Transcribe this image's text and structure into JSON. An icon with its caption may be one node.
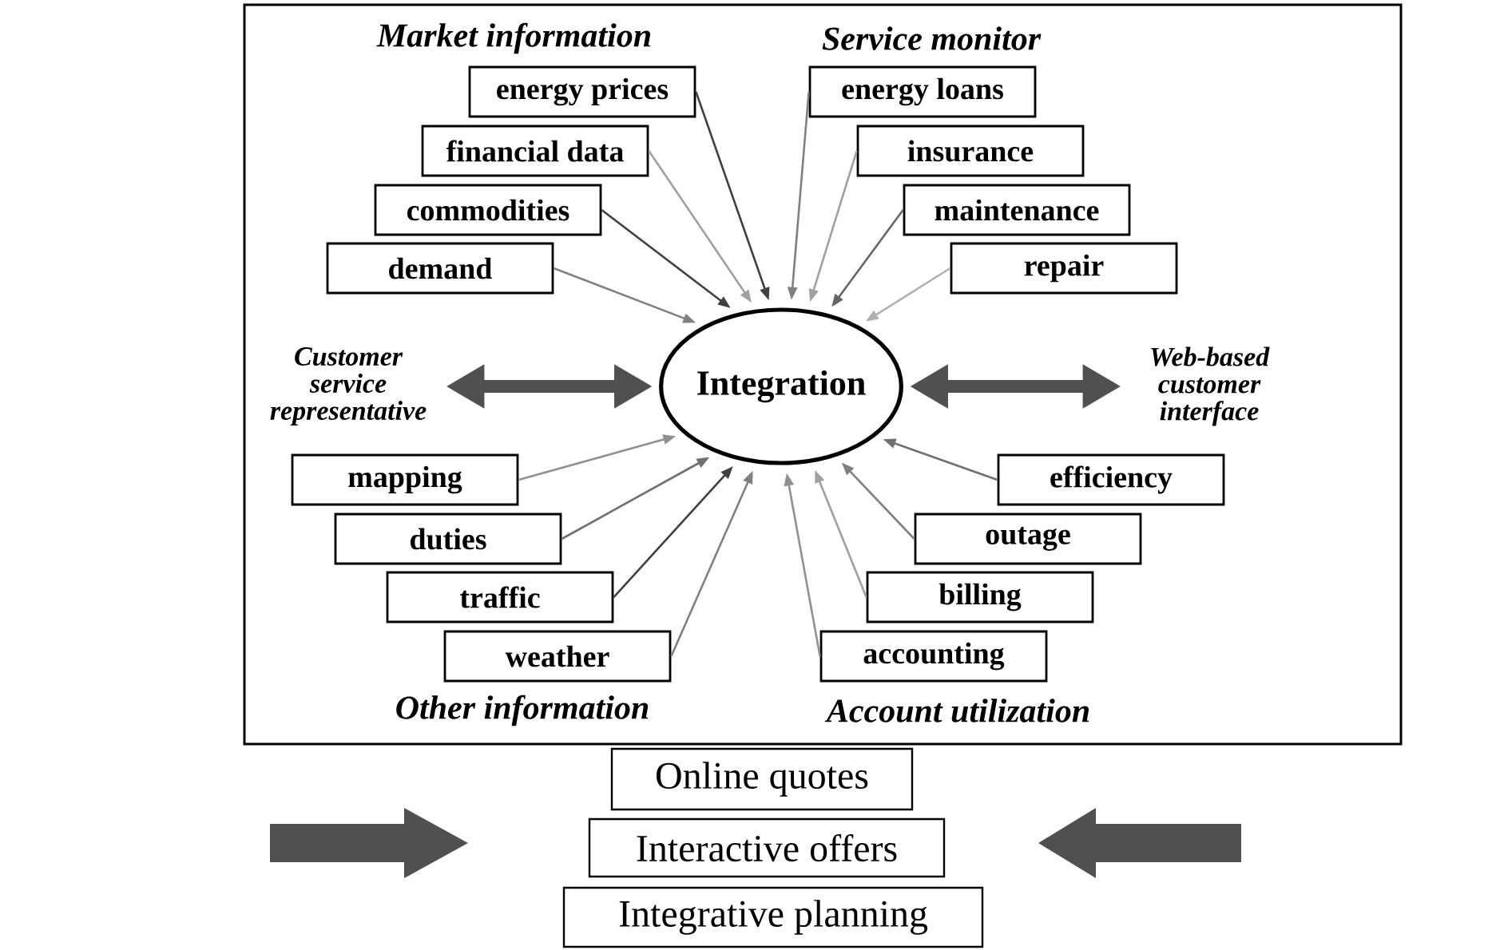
{
  "diagram": {
    "nodes": [
      {
        "text": [
          "Integration"
        ]
      },
      {
        "text": [
          "energy prices"
        ]
      },
      {
        "text": [
          "financial data"
        ]
      },
      {
        "text": [
          "commodities"
        ]
      },
      {
        "text": [
          "demand"
        ]
      },
      {
        "text": [
          "energy loans"
        ]
      },
      {
        "text": [
          "insurance"
        ]
      },
      {
        "text": [
          "maintenance"
        ]
      },
      {
        "text": [
          "repair"
        ]
      },
      {
        "text": [
          "Customer service representative"
        ]
      },
      {
        "text": [
          "Web-based customer interface"
        ]
      },
      {
        "text": [
          "mapping"
        ]
      },
      {
        "text": [
          "duties"
        ]
      },
      {
        "text": [
          "traffic"
        ]
      },
      {
        "text": [
          "weather"
        ]
      },
      {
        "text": [
          "efficiency"
        ]
      },
      {
        "text": [
          "outage"
        ]
      },
      {
        "text": [
          "billing"
        ]
      },
      {
        "text": [
          "accounting"
        ]
      },
      {
        "text": [
          "Online quotes"
        ]
      },
      {
        "text": [
          "Interactive offers"
        ]
      },
      {
        "text": [
          "Integrative planning"
        ]
      }
    ],
    "edges": [
      {
        "from": 1,
        "to": 0,
        "arrow": "to",
        "color": "#404040"
      },
      {
        "from": 2,
        "to": 0,
        "arrow": "to",
        "color": "#a0a0a0"
      },
      {
        "from": 3,
        "to": 0,
        "arrow": "to",
        "color": "#404040"
      },
      {
        "from": 4,
        "to": 0,
        "arrow": "to",
        "color": "#808080"
      },
      {
        "from": 5,
        "to": 0,
        "arrow": "to",
        "color": "#808080"
      },
      {
        "from": 6,
        "to": 0,
        "arrow": "to",
        "color": "#a0a0a0"
      },
      {
        "from": 7,
        "to": 0,
        "arrow": "to",
        "color": "#666666"
      },
      {
        "from": 8,
        "to": 0,
        "arrow": "to",
        "color": "#b0b0b0"
      },
      {
        "from": 9,
        "to": 0,
        "arrow": "both",
        "style": "thick",
        "color": "#505050"
      },
      {
        "from": 0,
        "to": 10,
        "arrow": "both",
        "style": "thick",
        "color": "#505050"
      },
      {
        "from": 11,
        "to": 0,
        "arrow": "to",
        "color": "#909090"
      },
      {
        "from": 12,
        "to": 0,
        "arrow": "to",
        "color": "#707070"
      },
      {
        "from": 13,
        "to": 0,
        "arrow": "to",
        "color": "#404040"
      },
      {
        "from": 14,
        "to": 0,
        "arrow": "to",
        "color": "#808080"
      },
      {
        "from": 15,
        "to": 0,
        "arrow": "to",
        "color": "#707070"
      },
      {
        "from": 16,
        "to": 0,
        "arrow": "to",
        "color": "#808080"
      },
      {
        "from": 17,
        "to": 0,
        "arrow": "to",
        "color": "#a0a0a0"
      },
      {
        "from": 18,
        "to": 0,
        "arrow": "to",
        "color": "#909090"
      }
    ],
    "labels": [
      "Market information",
      "Service monitor",
      "Other information",
      "Account utilization"
    ]
  }
}
